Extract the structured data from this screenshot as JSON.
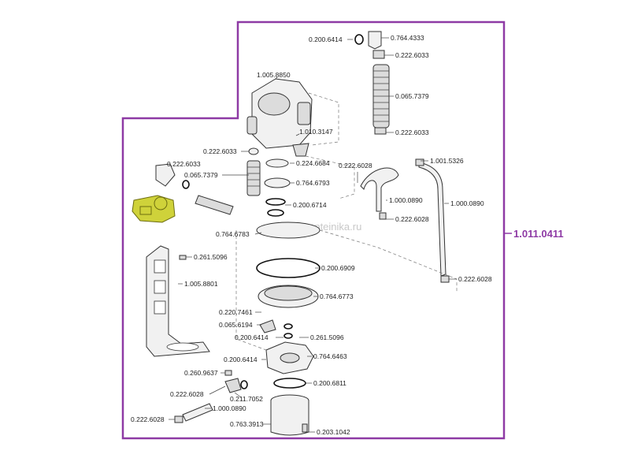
{
  "assembly_number": "1.011.0411",
  "watermark": "stonteinika.ru",
  "parts": {
    "p1": "0.200.6414",
    "p2": "0.764.4333",
    "p3": "0.222.6033",
    "p4": "1.005.8850",
    "p5": "0.065.7379",
    "p6": "0.222.6033",
    "p7": "1.010.3147",
    "p8": "0.222.6033",
    "p9": "0.224.6684",
    "p10": "0.222.6033",
    "p11": "1.001.5326",
    "p12": "0.222.6028",
    "p13": "0.065.7379",
    "p14": "0.764.6793",
    "p15": "1.000.0890",
    "p16": "1.000.0890",
    "p17": "0.200.6714",
    "p18": "0.222.6028",
    "p19": "0.764.6783",
    "p20": "0.261.5096",
    "p21": "0.200.6909",
    "p22": "0.222.6028",
    "p23": "1.005.8801",
    "p24": "0.764.6773",
    "p25": "0.220.7461",
    "p26": "0.065.6194",
    "p27": "0.261.5096",
    "p28": "0.200.6414",
    "p29": "0.200.6414",
    "p30": "0.764.6463",
    "p31": "0.260.9637",
    "p32": "0.200.6811",
    "p33": "0.222.6028",
    "p34": "0.211.7052",
    "p35": "1.000.0890",
    "p36": "0.222.6028",
    "p37": "0.763.3913",
    "p38": "0.203.1042"
  }
}
